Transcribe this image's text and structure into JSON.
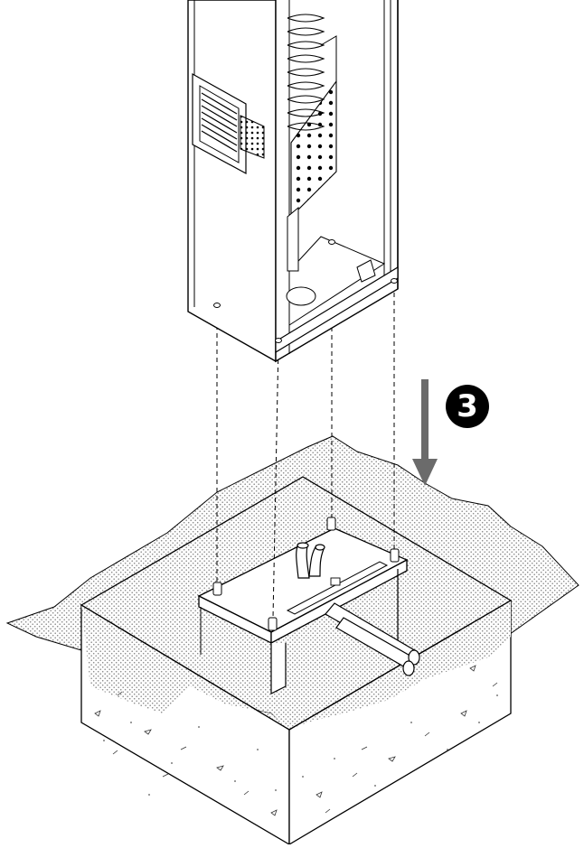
{
  "step": {
    "number": "3"
  },
  "arrow": {
    "color": "#6b6b6b",
    "direction": "down"
  },
  "colors": {
    "line": "#000000",
    "stipple": "#9a9a9a",
    "concrete_dot": "#666666",
    "background": "#ffffff"
  },
  "icons": [
    "down-arrow-icon",
    "step-number-badge"
  ]
}
